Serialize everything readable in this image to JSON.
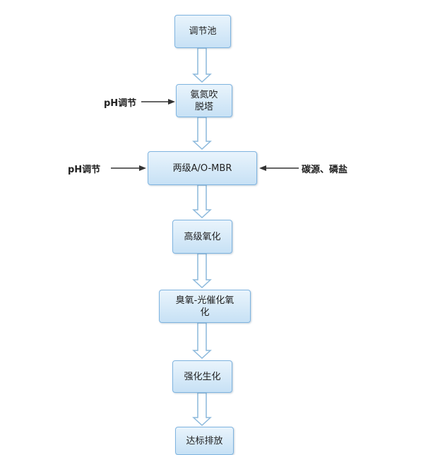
{
  "steps": [
    {
      "label": "调节池"
    },
    {
      "label": "氨氮吹\n脱塔"
    },
    {
      "label": "两级A/O-MBR"
    },
    {
      "label": "高级氧化"
    },
    {
      "label": "臭氧-光催化氧\n化"
    },
    {
      "label": "强化生化"
    },
    {
      "label": "达标排放"
    }
  ],
  "side_inputs": [
    {
      "label": "pH调节",
      "target_step": 2,
      "from": "left"
    },
    {
      "label": "pH调节",
      "target_step": 3,
      "from": "left"
    },
    {
      "label": "碳源、磷盐",
      "target_step": 3,
      "from": "right"
    }
  ],
  "colors": {
    "box_border": "#7fb4e0",
    "box_fill_top": "#e9f4fc",
    "box_fill_bottom": "#c7e1f5",
    "flow_arrow_outline": "#8cb9dc",
    "side_arrow": "#333333"
  }
}
